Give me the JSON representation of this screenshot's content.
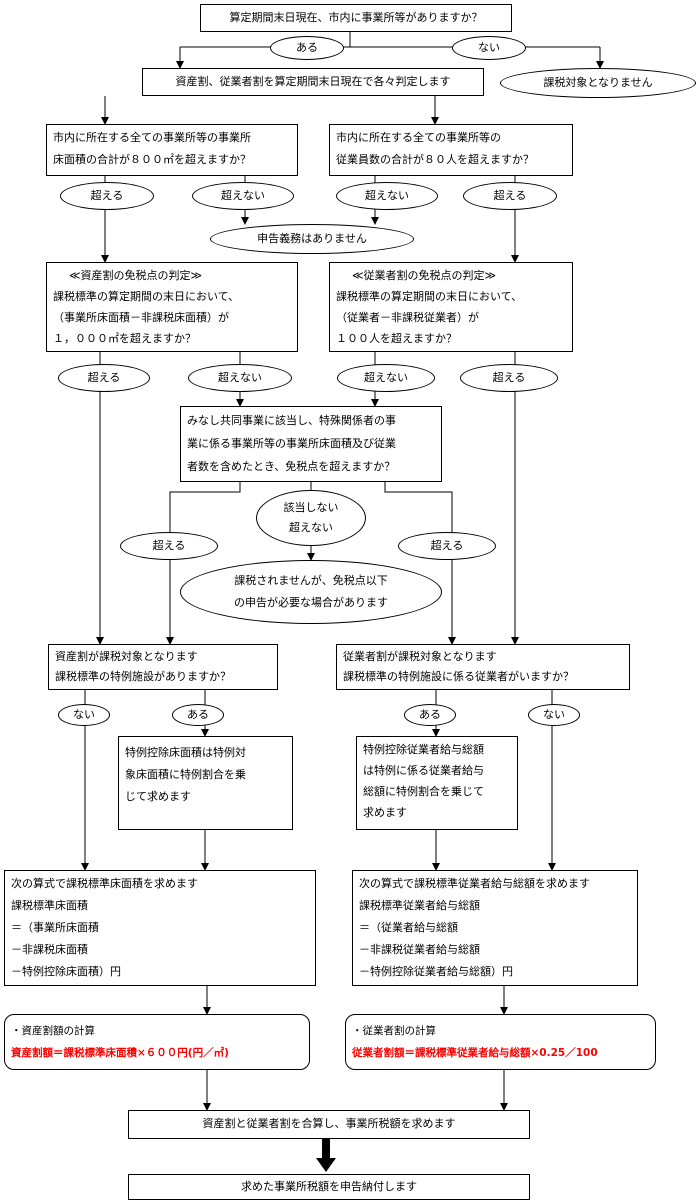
{
  "nodes": {
    "q_office_exists": "算定期間末日現在、市内に事業所等がありますか？",
    "yes_top": "ある",
    "no_top": "ない",
    "judge_both": "資産割、従業者割を算定期間末日現在で各々判定します",
    "not_taxable": "課税対象となりません",
    "q_area_1": "市内に所在する全ての事業所等の事業所",
    "q_area_2": "床面積の合計が８００㎡を超えますか？",
    "q_emp_1": "市内に所在する全ての事業所等の",
    "q_emp_2": "従業員数の合計が８０人を超えますか？",
    "exceed_1": "超える",
    "not_exceed_1": "超えない",
    "not_exceed_2": "超えない",
    "exceed_2": "超える",
    "no_filing": "申告義務はありません",
    "asset_exempt_title": "≪資産割の免税点の判定≫",
    "asset_exempt_2": "課税標準の算定期間の末日において、",
    "asset_exempt_3": "（事業所床面積－非課税床面積）が",
    "asset_exempt_4": "１，０００㎡を超えますか？",
    "emp_exempt_title": "≪従業者割の免税点の判定≫",
    "emp_exempt_2": "課税標準の算定期間の末日において、",
    "emp_exempt_3": "（従業者－非課税従業者）が",
    "emp_exempt_4": "１００人を超えますか？",
    "exceed_3": "超える",
    "not_exceed_3": "超えない",
    "not_exceed_4": "超えない",
    "exceed_4": "超える",
    "joint_1": "みなし共同事業に該当し、特殊関係者の事",
    "joint_2": "業に係る事業所等の事業所床面積及び従業",
    "joint_3": "者数を含めたとき、免税点を超えますか？",
    "not_applicable_1": "該当しない",
    "not_applicable_2": "超えない",
    "exceed_5": "超える",
    "exceed_6": "超える",
    "not_taxed_1": "課税されませんが、免税点以下",
    "not_taxed_2": "の申告が必要な場合があります",
    "asset_taxable_1": "資産割が課税対象となります",
    "asset_taxable_2": "課税標準の特例施設がありますか？",
    "emp_taxable_1": "従業者割が課税対象となります",
    "emp_taxable_2": "課税標準の特例施設に係る従業者がいますか？",
    "no_1": "ない",
    "yes_1": "ある",
    "yes_2": "ある",
    "no_2": "ない",
    "special_area_1": "特例控除床面積は特例対",
    "special_area_2": "象床面積に特例割合を乗",
    "special_area_3": "じて求めます",
    "special_pay_1": "特例控除従業者給与総額",
    "special_pay_2": "は特例に係る従業者給与",
    "special_pay_3": "総額に特例割合を乗じて",
    "special_pay_4": "求めます",
    "std_area_1": "次の算式で課税標準床面積を求めます",
    "std_area_2": "課税標準床面積",
    "std_area_3": "＝（事業所床面積",
    "std_area_4": "－非課税床面積",
    "std_area_5": "－特例控除床面積）円",
    "std_pay_1": "次の算式で課税標準従業者給与総額を求めます",
    "std_pay_2": "課税標準従業者給与総額",
    "std_pay_3": "＝（従業者給与総額",
    "std_pay_4": "－非課税従業者給与総額",
    "std_pay_5": "－特例控除従業者給与総額）円",
    "calc_asset_1": "・資産割額の計算",
    "calc_asset_2": "資産割額＝課税標準床面積×６００円(円／㎡)",
    "calc_emp_1": "・従業者割の計算",
    "calc_emp_2": "従業者割額＝課税標準従業者給与総額×0.25／100",
    "combine": "資産割と従業者割を合算し、事業所税額を求めます",
    "final": "求めた事業所税額を申告納付します"
  },
  "colors": {
    "line": "#000000",
    "highlight": "#ff0000",
    "background": "#ffffff"
  }
}
